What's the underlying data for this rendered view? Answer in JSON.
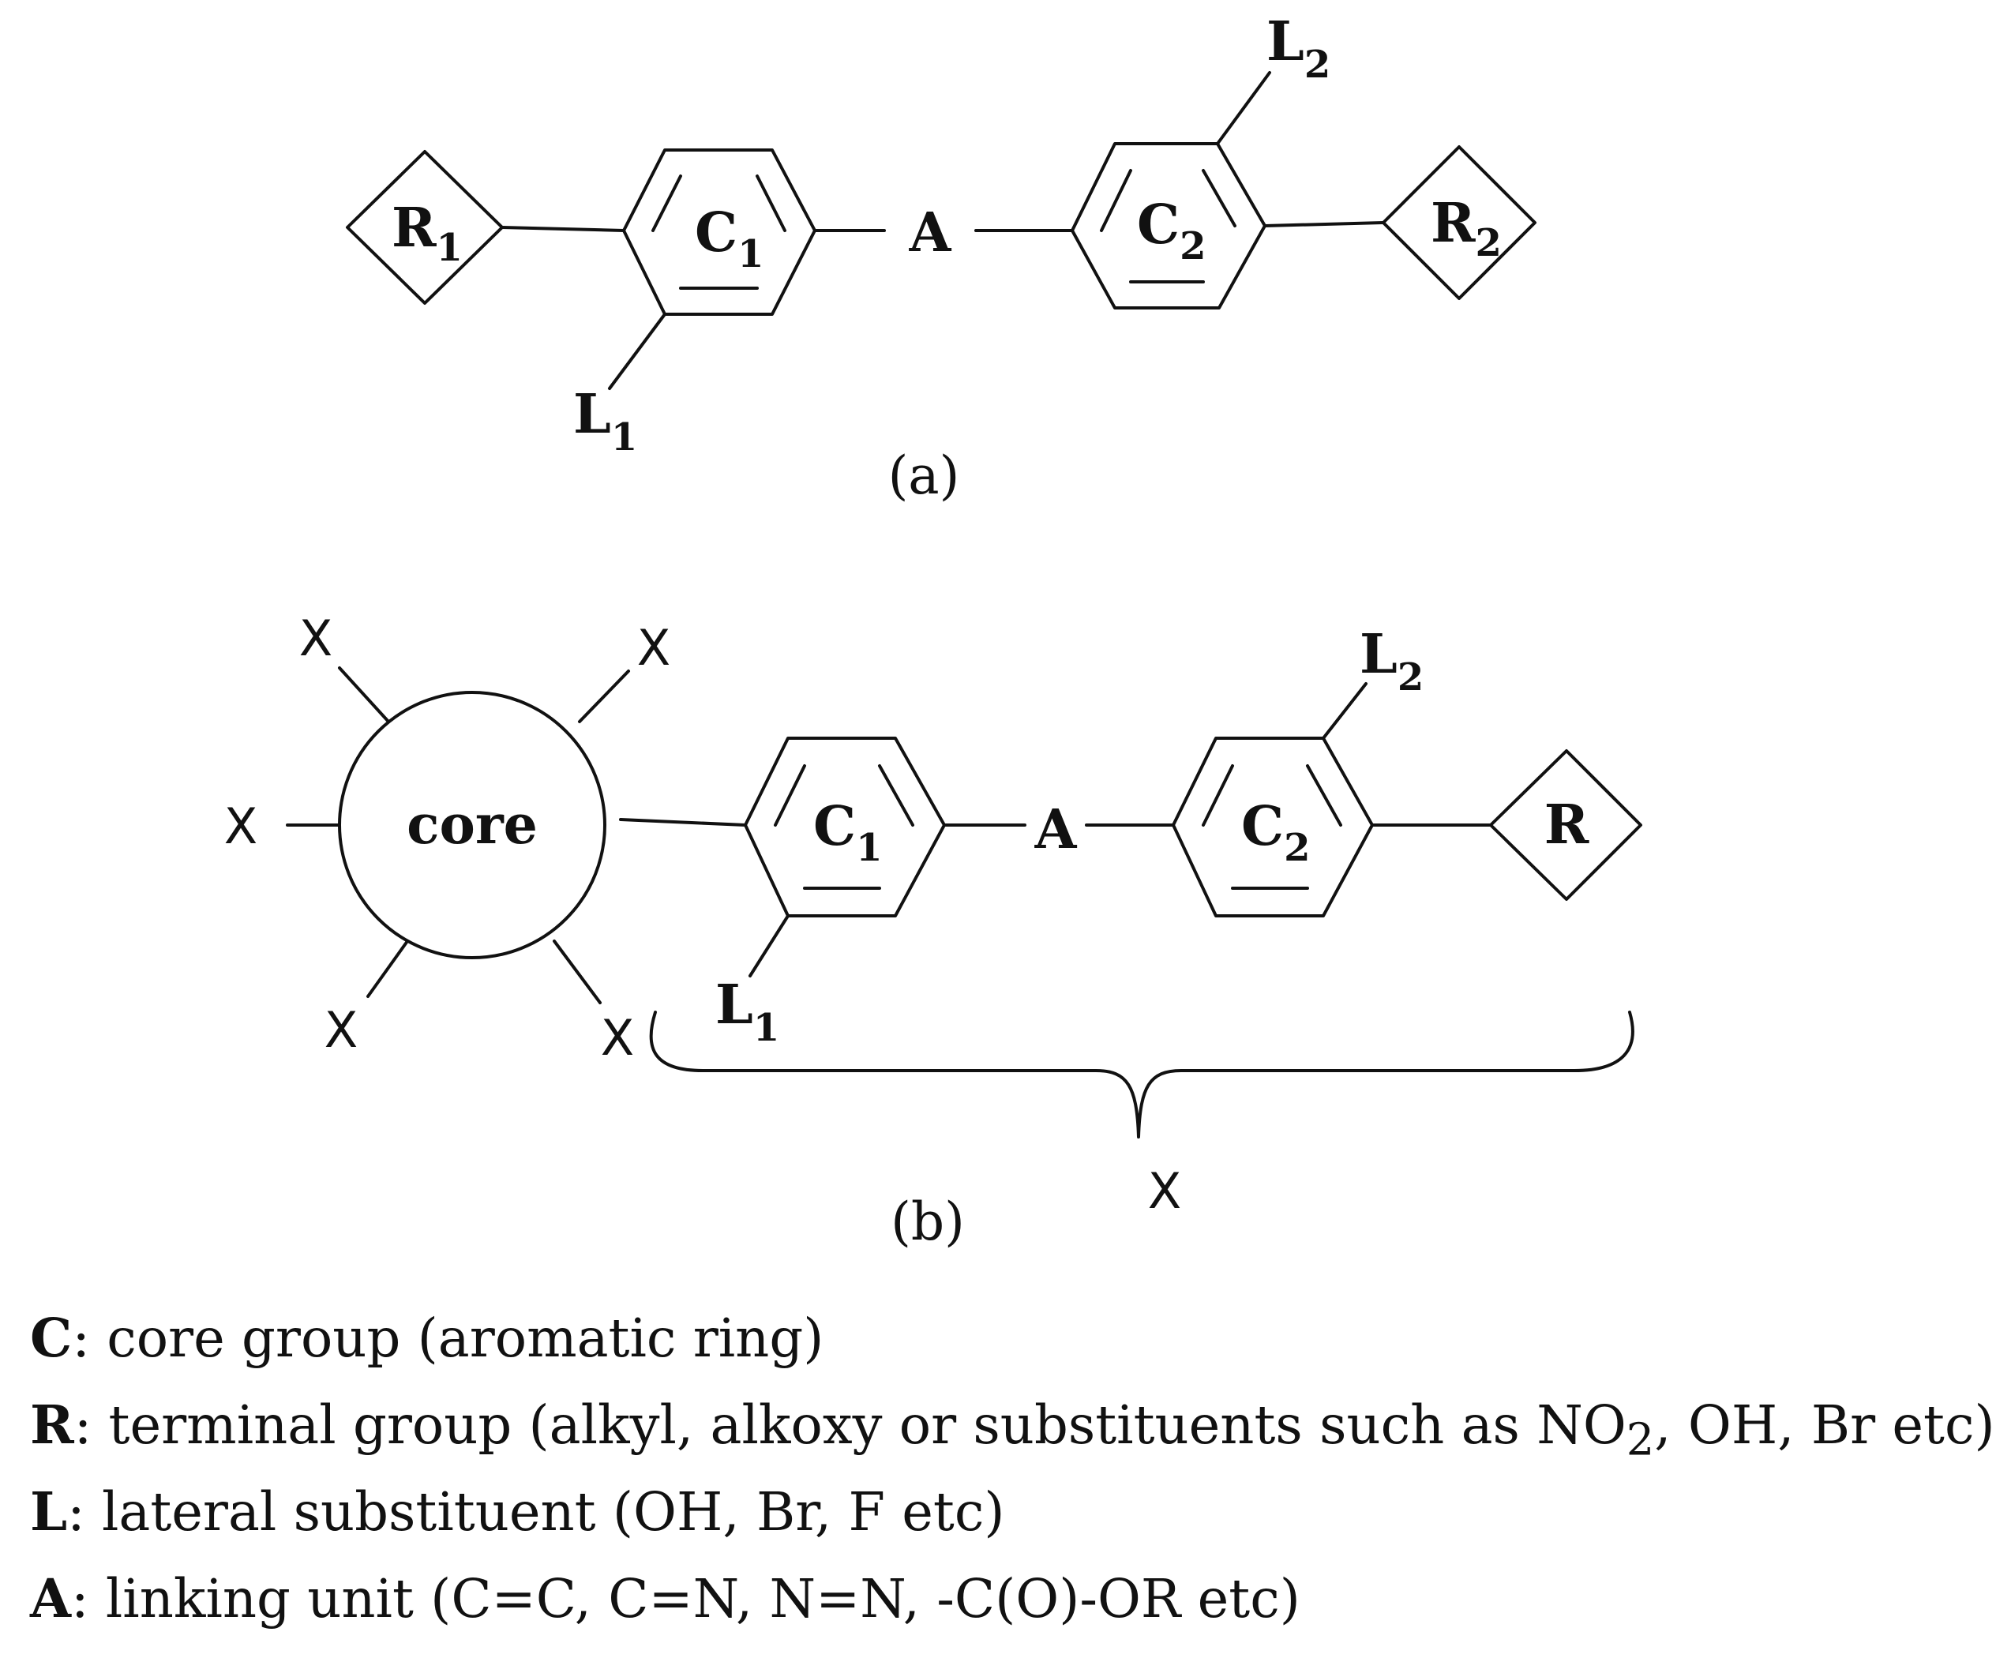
{
  "diagram_a": {
    "caption": "(a)",
    "ring1": {
      "label": "C",
      "sub": "1"
    },
    "ring2": {
      "label": "C",
      "sub": "2"
    },
    "linker": "A",
    "terminal1": {
      "label": "R",
      "sub": "1"
    },
    "terminal2": {
      "label": "R",
      "sub": "2"
    },
    "lateral1": {
      "label": "L",
      "sub": "1"
    },
    "lateral2": {
      "label": "L",
      "sub": "2"
    }
  },
  "diagram_b": {
    "caption": "(b)",
    "core": "core",
    "arm_label": "X",
    "ring1": {
      "label": "C",
      "sub": "1"
    },
    "ring2": {
      "label": "C",
      "sub": "2"
    },
    "linker": "A",
    "terminal": "R",
    "lateral1": {
      "label": "L",
      "sub": "1"
    },
    "lateral2": {
      "label": "L",
      "sub": "2"
    },
    "brace_label": "X"
  },
  "legend": [
    {
      "key": "C",
      "text": ": core group (aromatic ring)"
    },
    {
      "key": "R",
      "text_before": ": terminal group (alkyl, alkoxy or substituents such as NO",
      "sub": "2",
      "text_after": ", OH, Br etc)"
    },
    {
      "key": "L",
      "text": ": lateral substituent (OH, Br, F etc)"
    },
    {
      "key": "A",
      "text": ": linking unit (C=C, C=N, N=N, -C(O)-OR etc)"
    }
  ]
}
